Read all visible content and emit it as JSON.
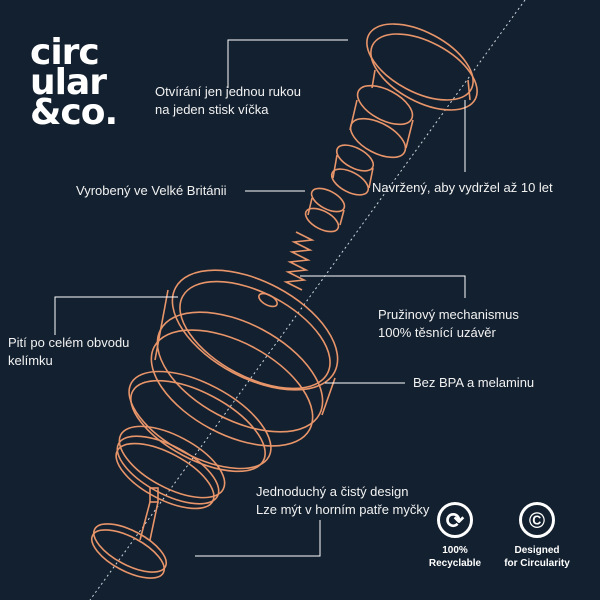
{
  "logo": {
    "line1": "circ",
    "line2": "ular",
    "line3": "&co."
  },
  "callouts": {
    "one_hand": [
      "Otvírání jen jednou rukou",
      "na jeden stisk víčka"
    ],
    "durable": "Navržený, aby vydržel až 10 let",
    "made_in": "Vyrobený ve Velké Británii",
    "spring": [
      "Pružinový mechanismus",
      "100% těsnící uzávěr"
    ],
    "drink_rim": [
      "Pití po celém obvodu",
      "kelímku"
    ],
    "bpa": "Bez BPA a melaminu",
    "design": [
      "Jednoduchý a čistý design",
      "Lze mýt v horním patře myčky"
    ]
  },
  "badges": [
    {
      "icon": "recycle-icon",
      "label1": "100%",
      "label2": "Recyclable"
    },
    {
      "icon": "circularity-icon",
      "label1": "Designed",
      "label2": "for Circularity"
    }
  ],
  "colors": {
    "background": "#13202f",
    "accent": "#e8956a",
    "text": "#ffffff"
  }
}
